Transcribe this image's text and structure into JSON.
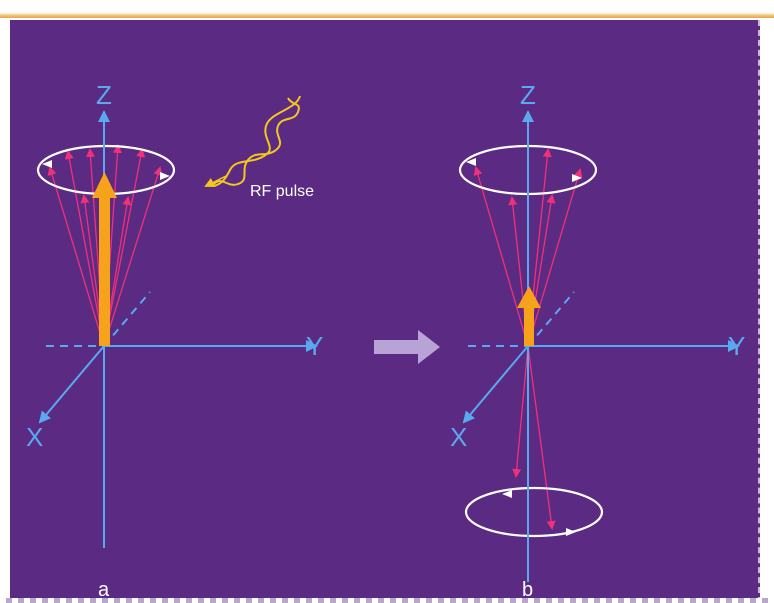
{
  "panel_a": {
    "axis_z": "Z",
    "axis_y": "Y",
    "axis_x": "X",
    "caption": "a",
    "rf_label": "RF pulse"
  },
  "panel_b": {
    "axis_z": "Z",
    "axis_y": "Y",
    "axis_x": "X",
    "caption": "b"
  },
  "colors": {
    "background": "#5b2a83",
    "axes": "#5aa9f0",
    "spins": "#f0307a",
    "net_magnetization": "#f7a21b",
    "rf_wave": "#f2c81e",
    "precession_orbit": "#ffffff",
    "transition_arrow": "#b8a3d6"
  }
}
